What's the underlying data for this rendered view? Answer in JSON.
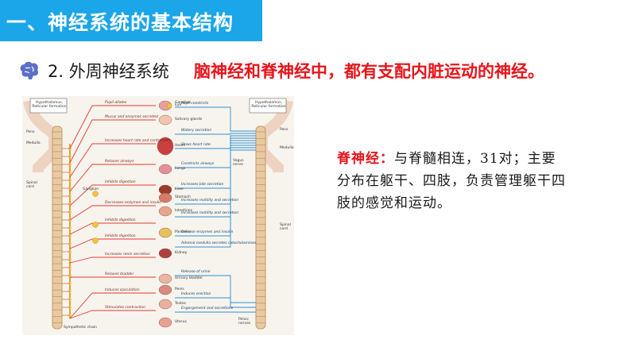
{
  "header": {
    "title": "一、神经系统的基本结构",
    "subtitle": "2. 外周神经系统",
    "highlight": "脑神经和脊神经中，都有支配内脏运动的神经。"
  },
  "info": {
    "term": "脊神经：",
    "body": "与脊髓相连，31对；主要分布在躯干、四肢，负责管理躯干四肢的感觉和运动。"
  },
  "colors": {
    "banner": "#1aa6e8",
    "highlight": "#e8141b",
    "sympathetic": "#e53a2f",
    "parasympathetic": "#2f8fd0"
  },
  "icons": {
    "subtitle_icon": "brain-icon"
  },
  "diagram": {
    "left_box": "Hypothalamus, Reticular formation",
    "right_box": "Hypothalamus, Reticular formation",
    "pons_left": "Pons",
    "medulla_left": "Medulla",
    "spinal_cord_left": "Spinal cord",
    "pons_right": "Pons",
    "medulla_right": "Medulla",
    "spinal_cord_right": "Spinal cord",
    "sympathetic_chain": "Sympathetic chain",
    "ganglion_left": "Ganglion",
    "ganglion_top": "Ganglion",
    "vagus_nerve": "Vagus nerve",
    "pelvic_nerves": "Pelvic nerves",
    "sympathetic_effects": [
      "Pupil dilates",
      "Mucus and enzymes secreted",
      "Increases heart rate and contractility",
      "Relaxes airways",
      "Inhibits digestion",
      "Decreases enzymes and insulin",
      "Inhibits digestion",
      "Inhibits digestion",
      "Increases renin secretion",
      "Relaxes bladder",
      "Induces ejaculation",
      "Stimulates contraction"
    ],
    "parasympathetic_effects": [
      "Pupil constricts",
      "Watery secretion",
      "Slows heart rate",
      "Constricts airways",
      "Increases bile secretion",
      "Increases motility and secretion",
      "Increases motility and secretion",
      "Release enzymes and insulin",
      "Adrenal medulla secretes catecholamines",
      "Release of urine",
      "Induces erection",
      "Engorgement and secretions"
    ],
    "organs": [
      "Eye",
      "Salivary glands",
      "Heart",
      "Lungs",
      "Liver",
      "Stomach",
      "Intestines",
      "Pancreas",
      "Kidney",
      "Urinary bladder",
      "Penis",
      "Testes",
      "Uterus"
    ]
  }
}
